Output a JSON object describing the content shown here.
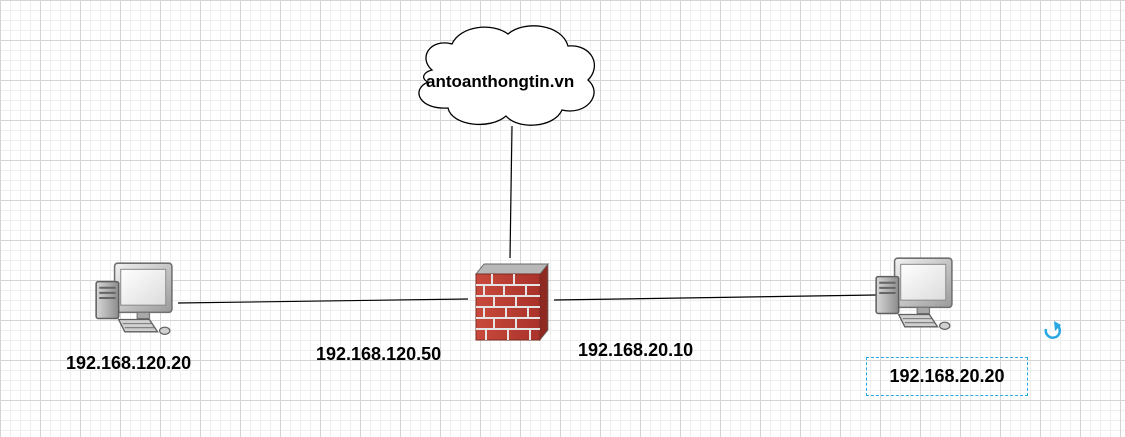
{
  "cloud": {
    "label": "antoanthongtin.vn"
  },
  "nodes": {
    "pc_left": {
      "ip": "192.168.120.20"
    },
    "firewall": {
      "ip_left": "192.168.120.50",
      "ip_right": "192.168.20.10"
    },
    "pc_right": {
      "ip": "192.168.20.20",
      "selected": true
    }
  },
  "icons": {
    "cloud": "cloud-icon",
    "pc": "desktop-computer-icon",
    "firewall": "brick-firewall-icon",
    "rotate": "rotate-icon"
  },
  "colors": {
    "selection": "#29a7e0",
    "brick": "#c0392b",
    "mortar": "#e8e8e8",
    "grid_major": "#d4d4d4",
    "grid_minor": "#eeeeee"
  }
}
